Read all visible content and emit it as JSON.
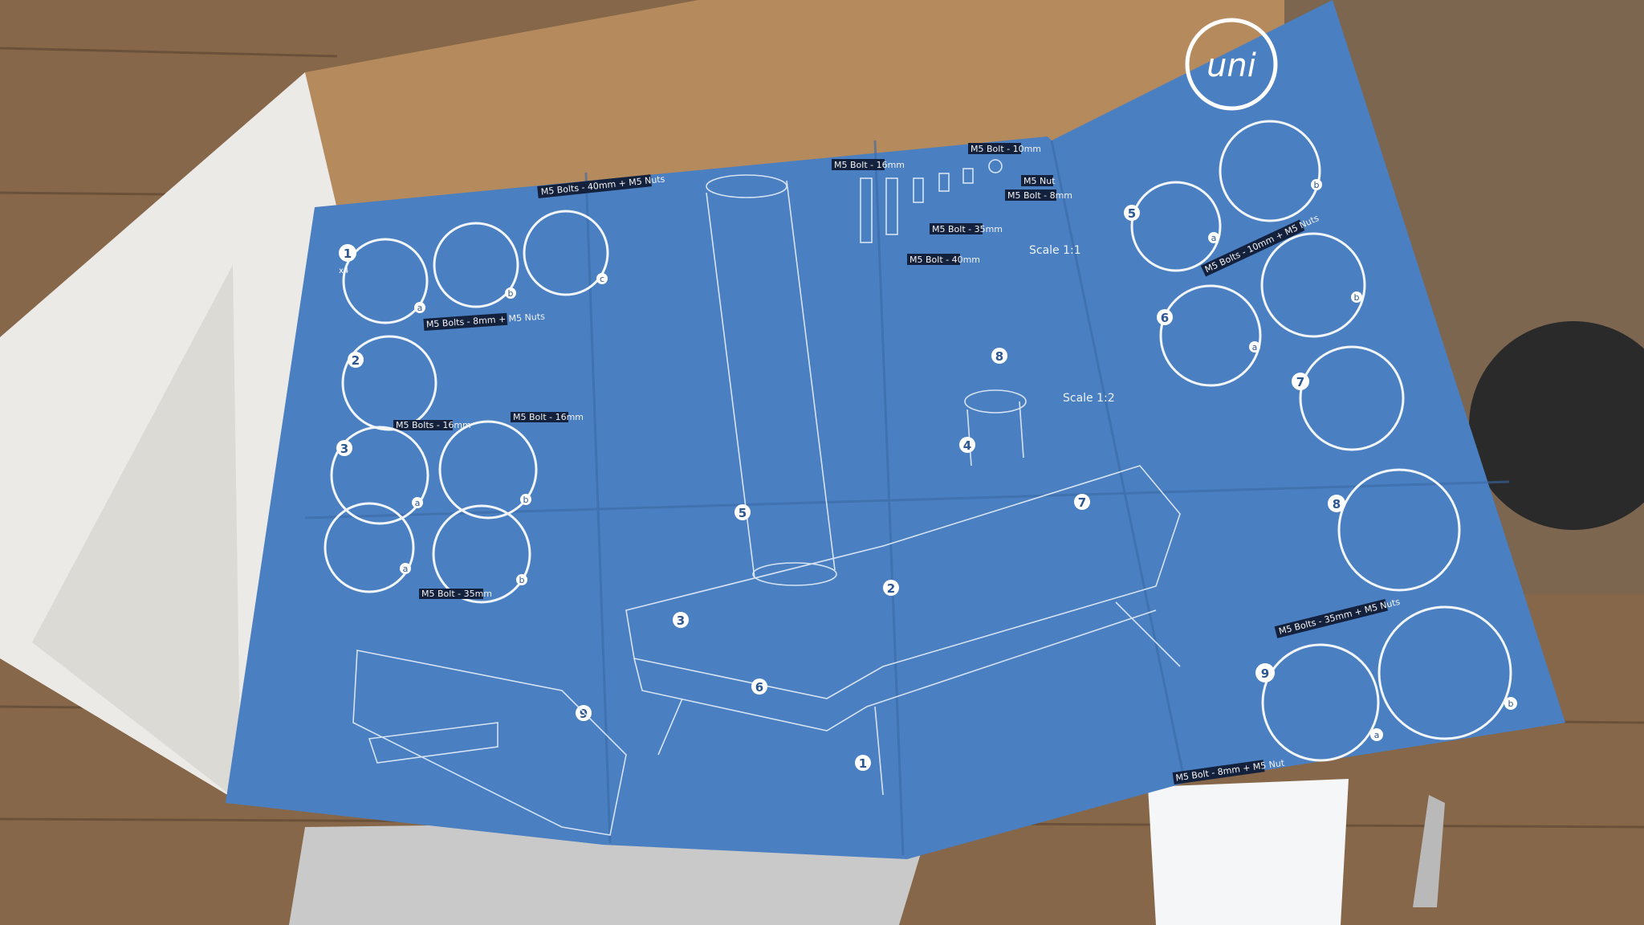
{
  "sheet": {
    "brand": "uni",
    "colors": {
      "paper": "#4a7fc1",
      "wood": "#8a6a4a",
      "cardboard": "#b58a5c",
      "label": "#14213d"
    },
    "scales": [
      "Scale 1:1",
      "Scale 1:2"
    ],
    "hardware_labels": [
      "M5 Bolt - 16mm",
      "M5 Bolt - 10mm",
      "M5 Nut",
      "M5 Bolt - 8mm",
      "M5 Bolt - 35mm",
      "M5 Bolt - 40mm"
    ],
    "step_labels": {
      "s1_top": "M5 Bolts - 40mm + M5 Nuts",
      "s1_bottom": "M5 Bolts - 8mm + M5 Nuts",
      "s1_qty": "x4",
      "s2": "M5 Bolts - 16mm",
      "s3": "M5 Bolt - 16mm",
      "s5b": "M5 Bolt - 35mm",
      "s6": "M5 Bolts - 10mm + M5 Nuts",
      "s9_top": "M5 Bolts - 35mm + M5 Nuts",
      "s9_bottom": "M5 Bolt - 8mm + M5 Nut"
    },
    "steps": [
      "1",
      "2",
      "3",
      "4",
      "5",
      "6",
      "7",
      "8",
      "9"
    ],
    "subs": [
      "a",
      "b",
      "c"
    ]
  }
}
